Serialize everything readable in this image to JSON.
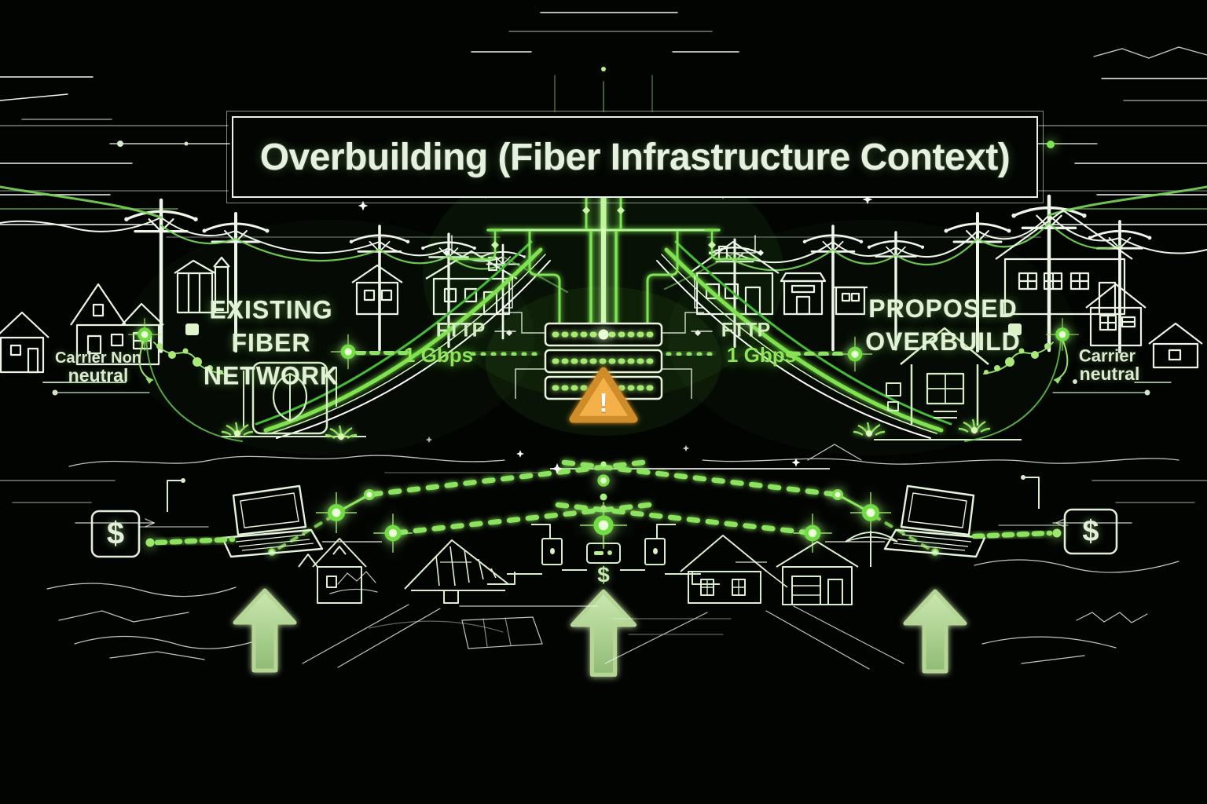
{
  "title": {
    "text": "Overbuilding (Fiber Infrastructure Context)"
  },
  "left_network": {
    "label": "EXISTING\nFIBER\nNETWORK",
    "fttp": "FTTP",
    "speed": "1 Gbps",
    "carrier_line1": "Carrier Non",
    "carrier_line2": "neutral"
  },
  "right_network": {
    "label": "PROPOSED\nOVERBUILD",
    "fttp": "FTTP",
    "speed": "1 Gbps",
    "carrier_line1": "Carrier",
    "carrier_line2": "neutral"
  },
  "center": {
    "warning_mark": "!",
    "cost_symbol": "$"
  },
  "cost_left": {
    "symbol": "$"
  },
  "cost_right": {
    "symbol": "$"
  },
  "icons": {
    "warning": "warning-triangle-icon",
    "cost": "dollar-icon",
    "growth": "up-arrow-icon",
    "endpoint": "laptop-icon",
    "network_node": "glow-node-icon"
  },
  "palette": {
    "background": "#020402",
    "line_white": "#eef6ea",
    "pale_green": "#cfeab8",
    "bright_green": "#7ee455",
    "deep_green": "#46bb38",
    "arrow_green": "#b5d697",
    "warning_orange": "#f1a83d"
  }
}
